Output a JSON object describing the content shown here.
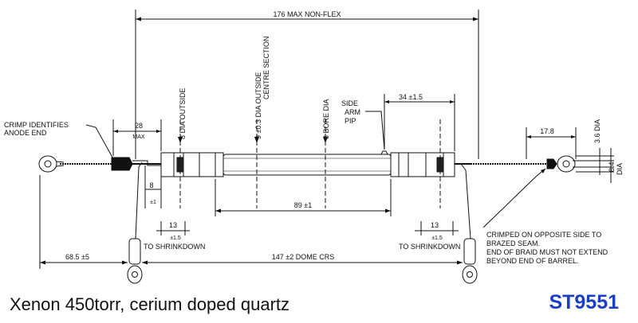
{
  "labels": {
    "overall": "176 MAX NON-FLEX",
    "crimp_anode_1": "CRIMP IDENTIFIES",
    "crimp_anode_2": "ANODE END",
    "dim_28": "28",
    "max_small": "MAX",
    "dia_outside_8": "8 DIA OUTSIDE",
    "dia_outside_centre_1": "9 ±0.3 DIA OUTSIDE",
    "dia_outside_centre_2": "CENTRE SECTION",
    "bore_dia": "8 BORE DIA",
    "side_arm_1": "SIDE",
    "side_arm_2": "ARM",
    "side_arm_3": "PIP",
    "dim_34": "34 ±1.5",
    "dim_17_8": "17.8",
    "dia_3_6": "3.6 DIA",
    "dia_8_4": "8.4",
    "dia_word": "DIA",
    "dim_8": "8",
    "pm1": "±1",
    "dim_89": "89 ±1",
    "dim_13_left": "13",
    "pm15_left": "±1.5",
    "shrink_left": "TO SHRINKDOWN",
    "dim_13_right": "13",
    "pm15_right": "±1.5",
    "shrink_right": "TO SHRINKDOWN",
    "crimped_1": "CRIMPED ON OPPOSITE SIDE TO",
    "crimped_2": "BRAZED SEAM.",
    "crimped_3": "END OF BRAID MUST NOT EXTEND",
    "crimped_4": "BEYOND END OF BARREL.",
    "dim_68_5": "68.5 ±5",
    "dim_147": "147 ±2 DOME CRS"
  },
  "caption": "Xenon 450torr, cerium doped quartz",
  "part_number": "ST9551"
}
